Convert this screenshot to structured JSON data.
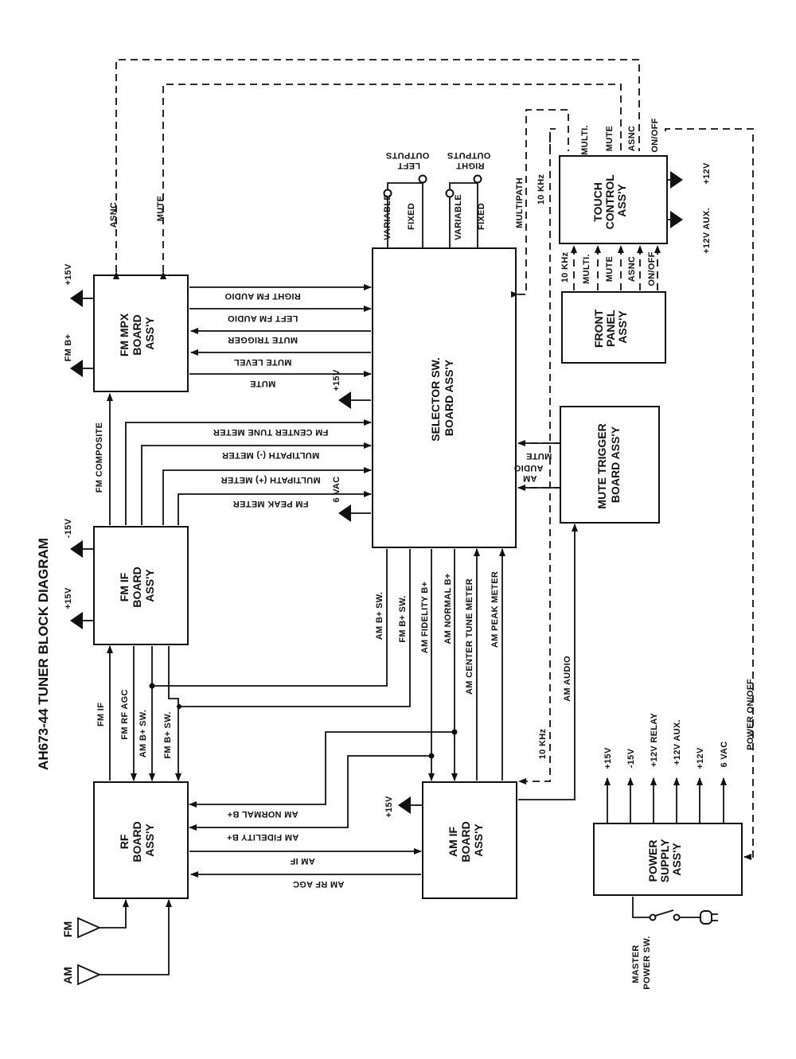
{
  "title": "AH673-44 TUNER BLOCK DIAGRAM",
  "boxes": {
    "fm_mpx": [
      "FM MPX",
      "BOARD",
      "ASS'Y"
    ],
    "fm_if": [
      "FM IF",
      "BOARD",
      "ASS'Y"
    ],
    "rf": [
      "RF",
      "BOARD",
      "ASS'Y"
    ],
    "am_if": [
      "AM IF",
      "BOARD",
      "ASS'Y"
    ],
    "selector": [
      "SELECTOR SW.",
      "BOARD ASS'Y"
    ],
    "mute_trigger": [
      "MUTE TRIGGER",
      "BOARD ASS'Y"
    ],
    "front_panel": [
      "FRONT",
      "PANEL",
      "ASS'Y"
    ],
    "touch_control": [
      "TOUCH",
      "CONTROL",
      "ASS'Y"
    ],
    "power_supply": [
      "POWER",
      "SUPPLY",
      "ASS'Y"
    ]
  },
  "signals": {
    "asnc": "ASNC",
    "mute": "MUTE",
    "right_fm_audio": "RIGHT FM AUDIO",
    "left_fm_audio": "LEFT FM AUDIO",
    "mute_trigger": "MUTE TRIGGER",
    "mute_level": "MUTE LEVEL",
    "fm_composite": "FM COMPOSITE",
    "fm_center_tune_meter": "FM CENTER TUNE METER",
    "multipath_minus_meter": "MULTIPATH (-) METER",
    "multipath_plus_meter": "MULTIPATH (+) METER",
    "fm_peak_meter": "FM PEAK METER",
    "fm_if": "FM IF",
    "fm_rf_agc": "FM RF AGC",
    "am_b_sw": "AM B+ SW.",
    "fm_b_sw": "FM B+ SW.",
    "am_fidelity_b": "AM FIDELITY B+",
    "am_normal_b": "AM NORMAL B+",
    "am_center_tune_meter": "AM CENTER TUNE METER",
    "am_peak_meter": "AM PEAK METER",
    "am_audio": "AM AUDIO",
    "am_if": "AM IF",
    "am_rf_agc": "AM RF AGC",
    "ten_khz": "10 KHz",
    "multipath": "MULTIPATH",
    "multi": "MULTI.",
    "on_off": "ON/OFF",
    "power_on_off": "POWER ON/OFF",
    "variable": "VARIABLE",
    "fixed": "FIXED",
    "left_outputs": [
      "LEFT",
      "OUTPUTS"
    ],
    "right_outputs": [
      "RIGHT",
      "OUTPUTS"
    ],
    "am_audio_mt": [
      "AM",
      "AUDIO"
    ]
  },
  "supplies": {
    "p15v": "+15V",
    "m15v": "-15V",
    "fm_b": "FM B+",
    "vac6": "6 VAC",
    "p12v": "+12V",
    "p12v_aux": "+12V AUX.",
    "p12v_relay": "+12V RELAY"
  },
  "antennas": {
    "fm": "FM",
    "am": "AM"
  },
  "master_power": [
    "MASTER",
    "POWER SW."
  ]
}
